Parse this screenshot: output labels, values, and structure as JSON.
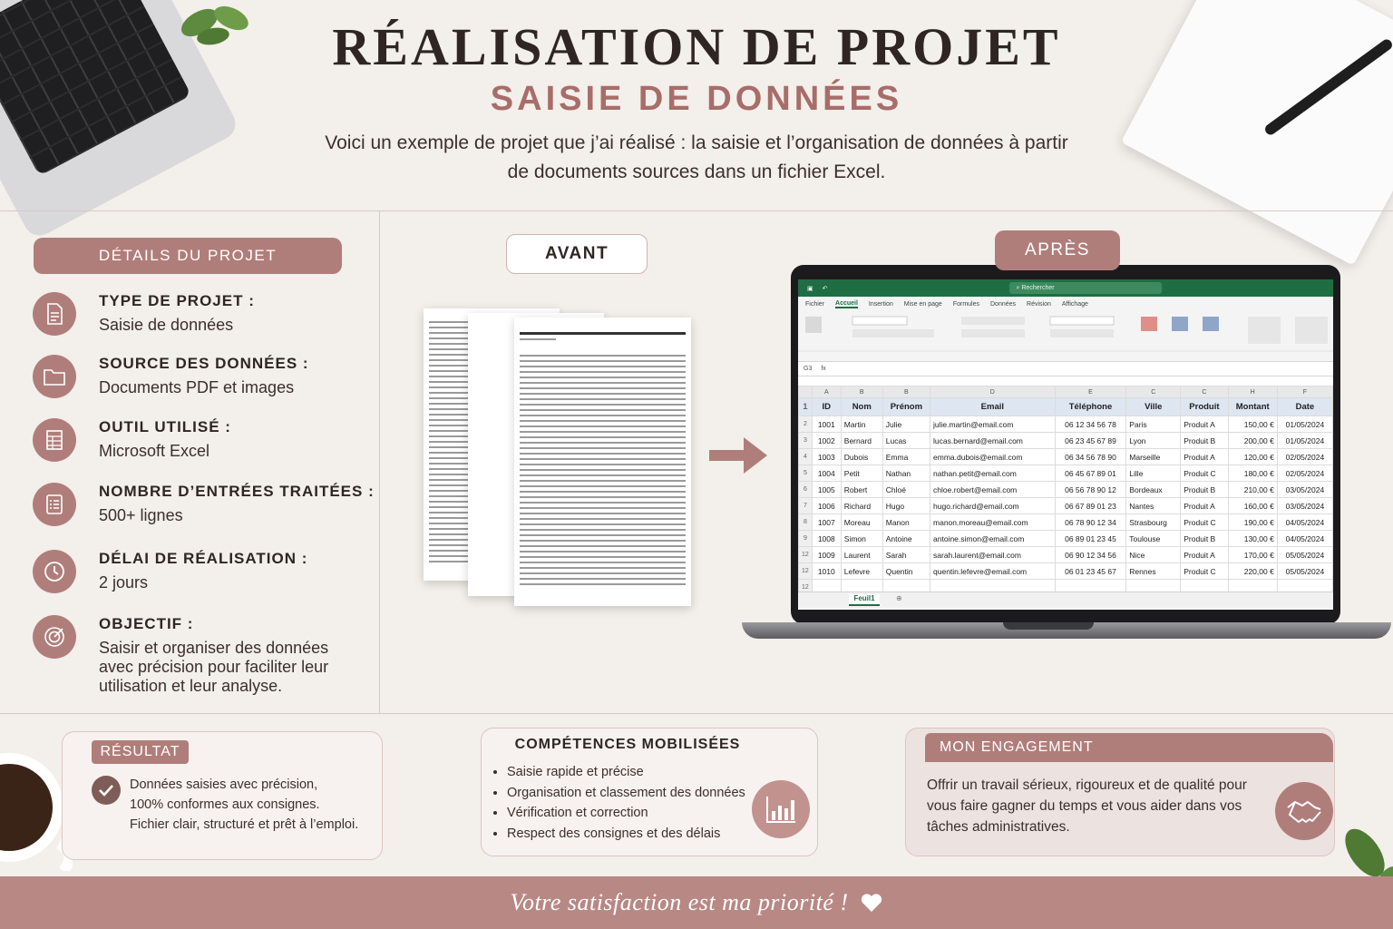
{
  "header": {
    "title": "RÉALISATION DE PROJET",
    "subtitle": "SAISIE DE DONNÉES",
    "intro_line1": "Voici un exemple de projet que j’ai réalisé : la saisie et l’organisation de données à partir",
    "intro_line2": "de documents sources dans un fichier Excel."
  },
  "details": {
    "heading": "DÉTAILS DU PROJET",
    "items": [
      {
        "label": "TYPE DE PROJET :",
        "value": "Saisie de données",
        "icon": "document-icon"
      },
      {
        "label": "SOURCE DES DONNÉES :",
        "value": "Documents PDF et images",
        "icon": "folder-icon"
      },
      {
        "label": "OUTIL UTILISÉ :",
        "value": "Microsoft Excel",
        "icon": "spreadsheet-icon"
      },
      {
        "label": "NOMBRE D’ENTRÉES TRAITÉES :",
        "value": "500+ lignes",
        "icon": "list-icon"
      },
      {
        "label": "DÉLAI DE RÉALISATION :",
        "value": "2 jours",
        "icon": "clock-icon"
      },
      {
        "label": "OBJECTIF :",
        "value": "Saisir et organiser des données avec précision pour faciliter leur utilisation et leur analyse.",
        "icon": "target-icon"
      }
    ]
  },
  "avant_label": "AVANT",
  "apres_label": "APRÈS",
  "excel": {
    "search": "Rechercher",
    "tabs": [
      "Fichier",
      "Accueil",
      "Insertion",
      "Mise en page",
      "Formules",
      "Données",
      "Révision",
      "Affichage"
    ],
    "cell_ref": "G3",
    "sheet_tab": "Feuil1",
    "col_letters": [
      "A",
      "B",
      "B",
      "D",
      "E",
      "C",
      "C",
      "H",
      "F"
    ],
    "headers": [
      "ID",
      "Nom",
      "Prénom",
      "Email",
      "Téléphone",
      "Ville",
      "Produit",
      "Montant",
      "Date"
    ],
    "row_numbers": [
      "1",
      "2",
      "3",
      "4",
      "5",
      "6",
      "7",
      "8",
      "9",
      "12",
      "12",
      "12"
    ],
    "rows": [
      [
        "1001",
        "Martin",
        "Julie",
        "julie.martin@email.com",
        "06 12 34 56 78",
        "Paris",
        "Produit A",
        "150,00 €",
        "01/05/2024"
      ],
      [
        "1002",
        "Bernard",
        "Lucas",
        "lucas.bernard@email.com",
        "06 23 45 67 89",
        "Lyon",
        "Produit B",
        "200,00 €",
        "01/05/2024"
      ],
      [
        "1003",
        "Dubois",
        "Emma",
        "emma.dubois@email.com",
        "06 34 56 78 90",
        "Marseille",
        "Produit A",
        "120,00 €",
        "02/05/2024"
      ],
      [
        "1004",
        "Petit",
        "Nathan",
        "nathan.petit@email.com",
        "06 45 67 89 01",
        "Lille",
        "Produit C",
        "180,00 €",
        "02/05/2024"
      ],
      [
        "1005",
        "Robert",
        "Chloé",
        "chloe.robert@email.com",
        "06 56 78 90 12",
        "Bordeaux",
        "Produit B",
        "210,00 €",
        "03/05/2024"
      ],
      [
        "1006",
        "Richard",
        "Hugo",
        "hugo.richard@email.com",
        "06 67 89 01 23",
        "Nantes",
        "Produit A",
        "160,00 €",
        "03/05/2024"
      ],
      [
        "1007",
        "Moreau",
        "Manon",
        "manon.moreau@email.com",
        "06 78 90 12 34",
        "Strasbourg",
        "Produit C",
        "190,00 €",
        "04/05/2024"
      ],
      [
        "1008",
        "Simon",
        "Antoine",
        "antoine.simon@email.com",
        "06 89 01 23 45",
        "Toulouse",
        "Produit B",
        "130,00 €",
        "04/05/2024"
      ],
      [
        "1009",
        "Laurent",
        "Sarah",
        "sarah.laurent@email.com",
        "06 90 12 34 56",
        "Nice",
        "Produit A",
        "170,00 €",
        "05/05/2024"
      ],
      [
        "1010",
        "Lefevre",
        "Quentin",
        "quentin.lefevre@email.com",
        "06 01 23 45 67",
        "Rennes",
        "Produit C",
        "220,00 €",
        "05/05/2024"
      ]
    ]
  },
  "resultat": {
    "heading": "RÉSULTAT",
    "line1": "Données saisies avec précision,",
    "line2": "100% conformes aux consignes.",
    "line3": "Fichier clair, structuré et prêt à l’emploi."
  },
  "competences": {
    "heading": "COMPÉTENCES MOBILISÉES",
    "items": [
      "Saisie rapide et précise",
      "Organisation et classement des données",
      "Vérification et correction",
      "Respect des consignes et des délais"
    ]
  },
  "engagement": {
    "heading": "MON ENGAGEMENT",
    "text": "Offrir un travail sérieux, rigoureux et de qualité pour vous faire gagner du temps et vous aider dans vos tâches administratives."
  },
  "footer": {
    "text": "Votre satisfaction est ma priorité !"
  },
  "colors": {
    "accent": "#b07e7a",
    "accent_dark": "#7e5c58",
    "background": "#f3efeb",
    "excel_green": "#1f6e43",
    "text": "#3b2f2c"
  }
}
